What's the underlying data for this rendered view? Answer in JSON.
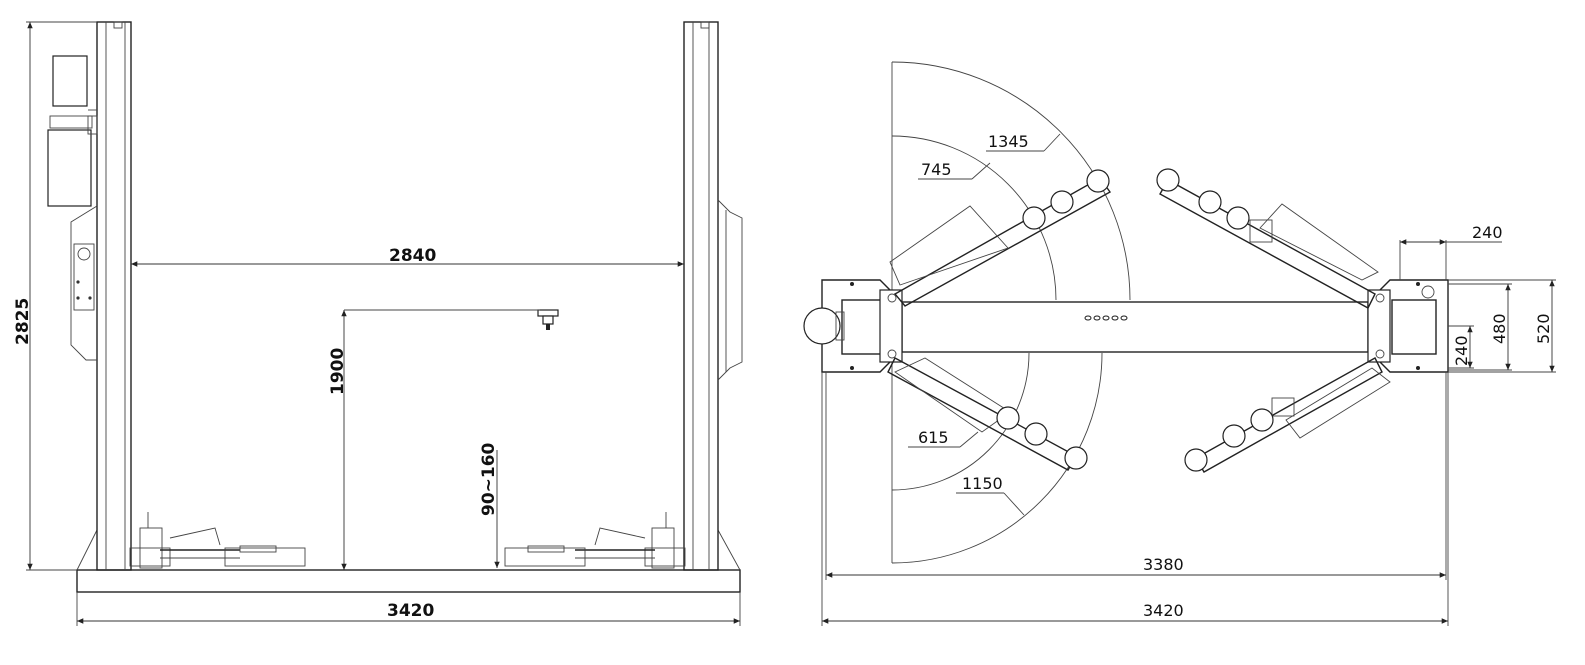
{
  "front_view": {
    "overall_height": "2825",
    "inner_width": "2840",
    "lift_height": "1900",
    "pad_height": "90~160",
    "base_width": "3420"
  },
  "top_view": {
    "arm_outer_radius": "1345",
    "arm_inner_radius": "745",
    "short_arm_inner": "615",
    "short_arm_outer": "1150",
    "post_offset": "240",
    "post_inner": "240",
    "post_depth_inner": "480",
    "post_depth_outer": "520",
    "column_span": "3380",
    "overall_width": "3420"
  }
}
